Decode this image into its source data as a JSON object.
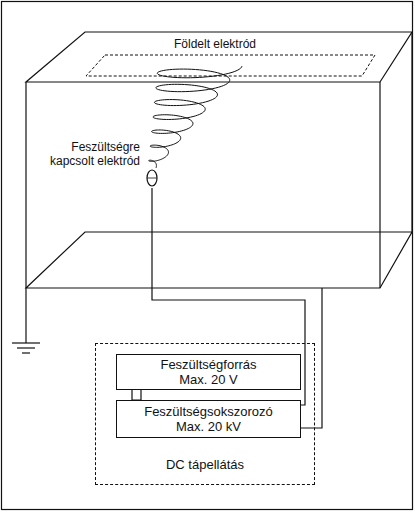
{
  "diagram": {
    "nodes": [
      {
        "text": [
          "DC tápellátás"
        ]
      },
      {
        "text": [
          "Feszültségforrás Max. 20 V"
        ],
        "in": 0
      },
      {
        "text": [
          "Feszültségsokszorozó Max. 20 kV"
        ],
        "in": 0
      }
    ],
    "edges": [
      {
        "from": 1,
        "to": 2,
        "arrow": "none"
      }
    ],
    "labels": [
      "Földelt elektród",
      "Feszültségre kapcsolt elektród"
    ]
  }
}
